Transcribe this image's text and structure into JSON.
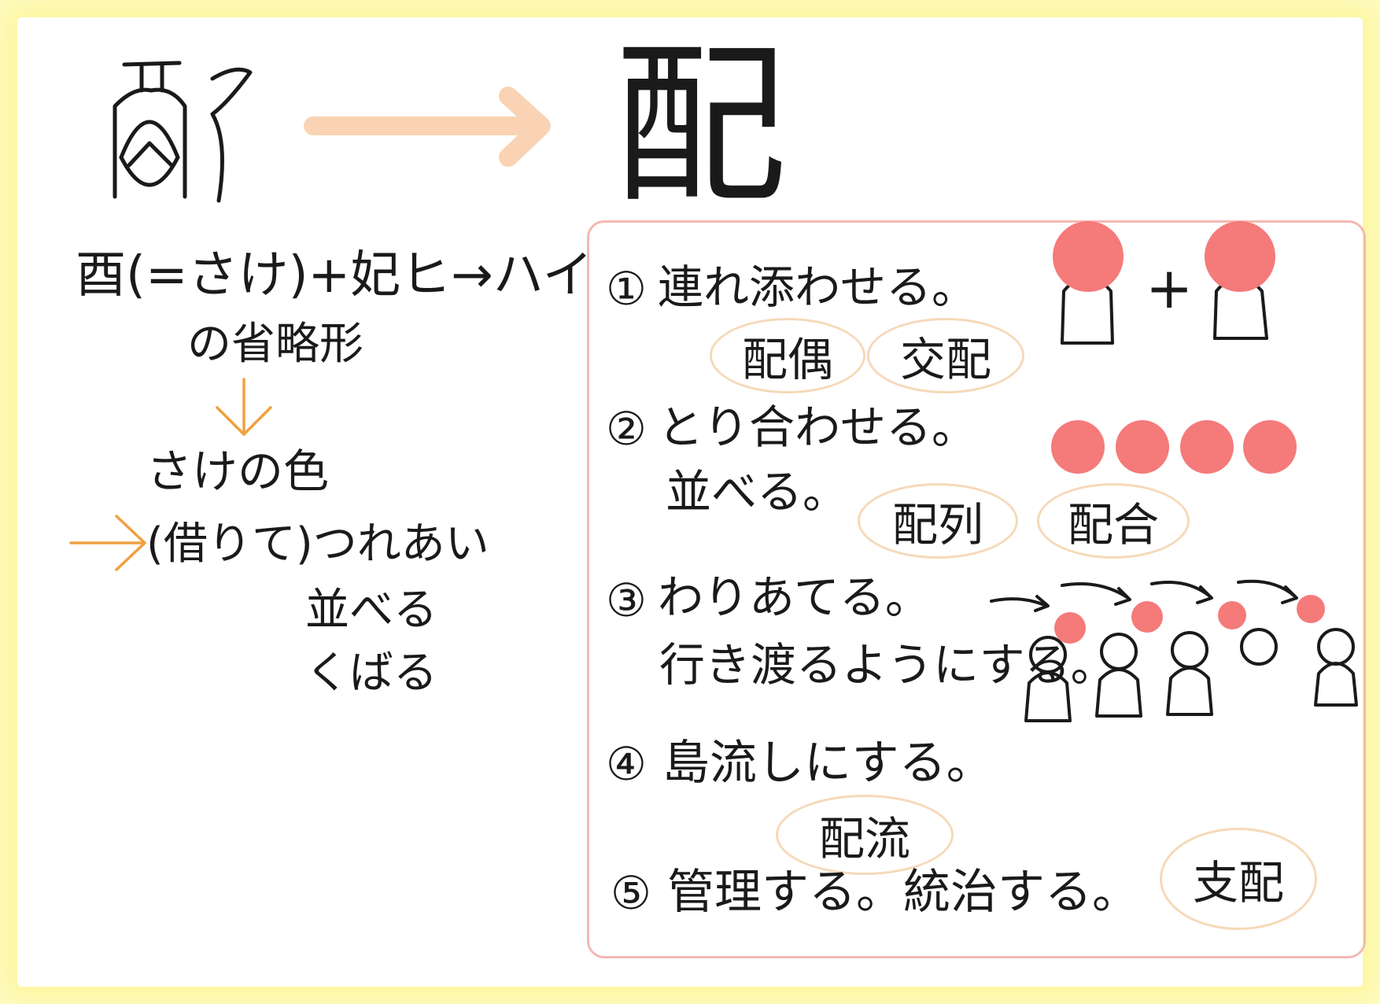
{
  "left": {
    "ancient_glyph": "酉己",
    "main_kanji": "配",
    "etymology_line1": "酉(=さけ)+妃ヒ→ハイ",
    "etymology_line2": "の省略形",
    "meaning1": "さけの色",
    "meaning2": "(借りて)つれあい",
    "meaning3": "並べる",
    "meaning4": "くばる"
  },
  "meanings": [
    {
      "num": "①",
      "text": "連れ添わせる。",
      "words": [
        "配偶",
        "交配"
      ]
    },
    {
      "num": "②",
      "text": "とり合わせる。",
      "text2": "並べる。",
      "words": [
        "配列",
        "配合"
      ]
    },
    {
      "num": "③",
      "text": "わりあてる。",
      "text2": "行き渡るようにする。"
    },
    {
      "num": "④",
      "text": "島流しにする。",
      "words": [
        "配流"
      ]
    },
    {
      "num": "⑤",
      "text": "管理する。統治する。",
      "words": [
        "支配"
      ]
    }
  ],
  "plus_sign": "+",
  "colors": {
    "background": "#fdfbc0",
    "arrow": "#f9d3b3",
    "orange_arrow": "#f0a040",
    "panel_border": "#f3b9b3",
    "oval_border": "#f6d9b9",
    "dot": "#f57a7a"
  }
}
